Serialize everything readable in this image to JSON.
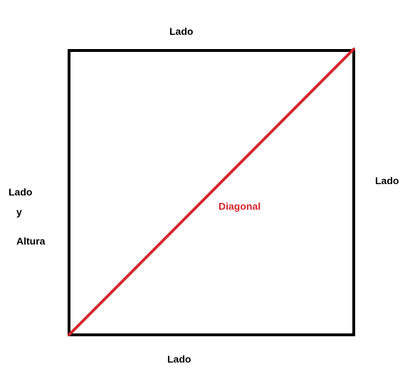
{
  "colors": {
    "square_stroke": "#000000",
    "diagonal_stroke": "#d6252e",
    "label_text": "#000000",
    "diagonal_label_text": "#d6252e"
  },
  "labels": {
    "top": "Lado",
    "right": "Lado",
    "bottom": "Lado",
    "left_line1": "Lado",
    "left_line2": "y",
    "left_line3": "Altura",
    "diagonal": "Diagonal"
  }
}
